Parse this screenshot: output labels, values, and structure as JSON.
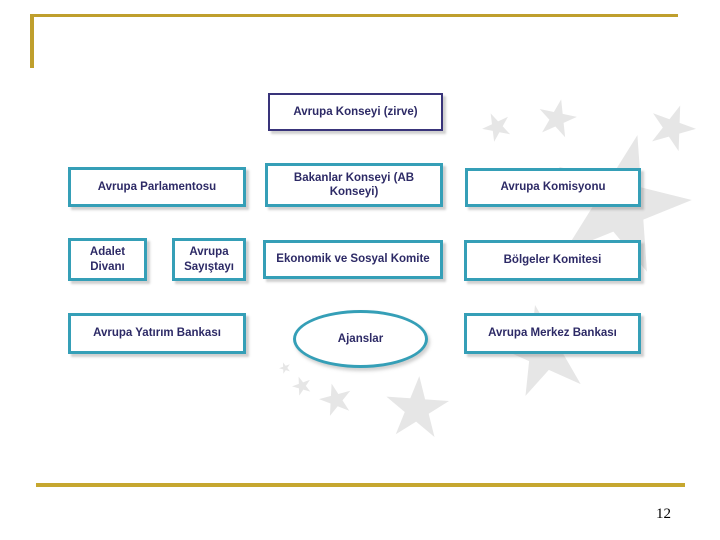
{
  "slide": {
    "page_number": "12"
  },
  "colors": {
    "gold_accent": "#BF9F2D",
    "teal_box_border": "#359FB7",
    "navy_box_border": "#39347A",
    "box_text": "#2D2A66",
    "watermark_star": "#E6E6E6"
  },
  "diagram": {
    "type": "org-structure",
    "nodes": [
      {
        "id": "avrupa-konseyi",
        "label": "Avrupa Konseyi (zirve)",
        "shape": "rect",
        "row": 1
      },
      {
        "id": "avrupa-parlamentosu",
        "label": "Avrupa Parlamentosu",
        "shape": "rect",
        "row": 2
      },
      {
        "id": "bakanlar-konseyi",
        "label": "Bakanlar Konseyi (AB Konseyi)",
        "shape": "rect",
        "row": 2
      },
      {
        "id": "avrupa-komisyonu",
        "label": "Avrupa Komisyonu",
        "shape": "rect",
        "row": 2
      },
      {
        "id": "adalet-divani",
        "label": "Adalet Divanı",
        "shape": "rect",
        "row": 3
      },
      {
        "id": "avrupa-sayistayi",
        "label": "Avrupa Sayıştayı",
        "shape": "rect",
        "row": 3
      },
      {
        "id": "ekonomik-ve-sosyal-komite",
        "label": "Ekonomik ve Sosyal Komite",
        "shape": "rect",
        "row": 3
      },
      {
        "id": "bolgeler-komitesi",
        "label": "Bölgeler Komitesi",
        "shape": "rect",
        "row": 3
      },
      {
        "id": "avrupa-yatirim-bankasi",
        "label": "Avrupa Yatırım Bankası",
        "shape": "rect",
        "row": 4
      },
      {
        "id": "ajanslar",
        "label": "Ajanslar",
        "shape": "ellipse",
        "row": 4
      },
      {
        "id": "avrupa-merkez-bankasi",
        "label": "Avrupa Merkez Bankası",
        "shape": "rect",
        "row": 4
      }
    ]
  }
}
